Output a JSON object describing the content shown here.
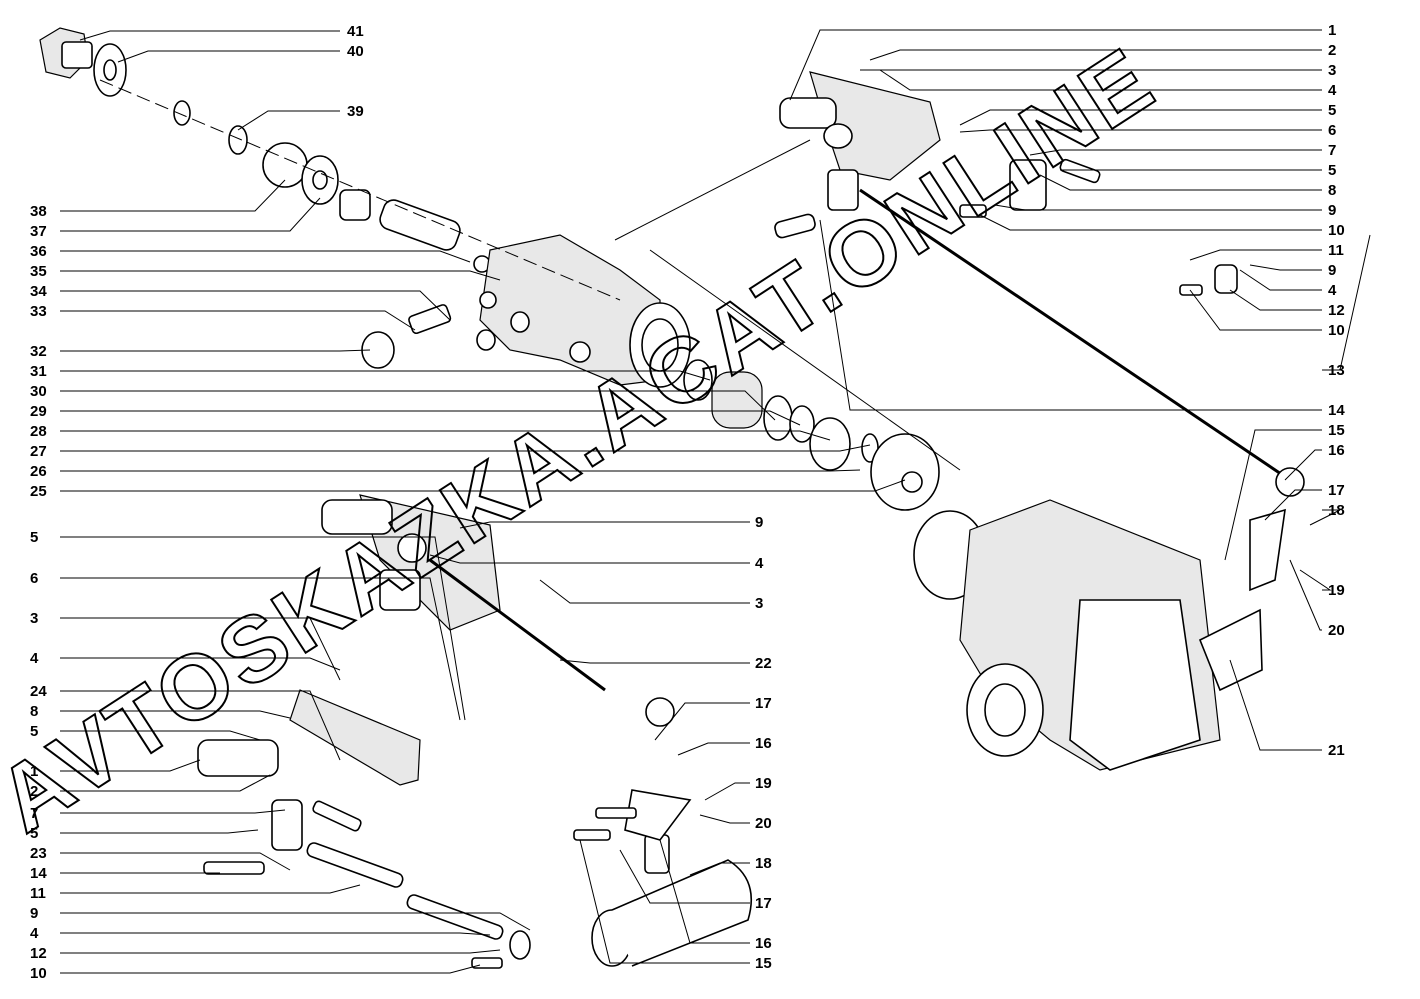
{
  "watermark": "AVTOSKAZKA.ACAT.ONLINE",
  "callouts": {
    "top_left": [
      "41",
      "40",
      "39"
    ],
    "left": [
      "38",
      "37",
      "36",
      "35",
      "34",
      "33",
      "32",
      "31",
      "30",
      "29",
      "28",
      "27",
      "26",
      "25",
      "5",
      "6",
      "3",
      "4",
      "24",
      "8",
      "5",
      "1",
      "2",
      "7",
      "5",
      "23",
      "14",
      "11",
      "9",
      "4",
      "12",
      "10"
    ],
    "middle": [
      "9",
      "4",
      "3",
      "22",
      "17",
      "16",
      "19",
      "20",
      "18",
      "17",
      "16",
      "15"
    ],
    "right": [
      "1",
      "2",
      "3",
      "4",
      "5",
      "6",
      "7",
      "5",
      "8",
      "9",
      "10",
      "11",
      "9",
      "4",
      "12",
      "10",
      "13",
      "14",
      "15",
      "16",
      "17",
      "18",
      "19",
      "20",
      "21"
    ]
  }
}
